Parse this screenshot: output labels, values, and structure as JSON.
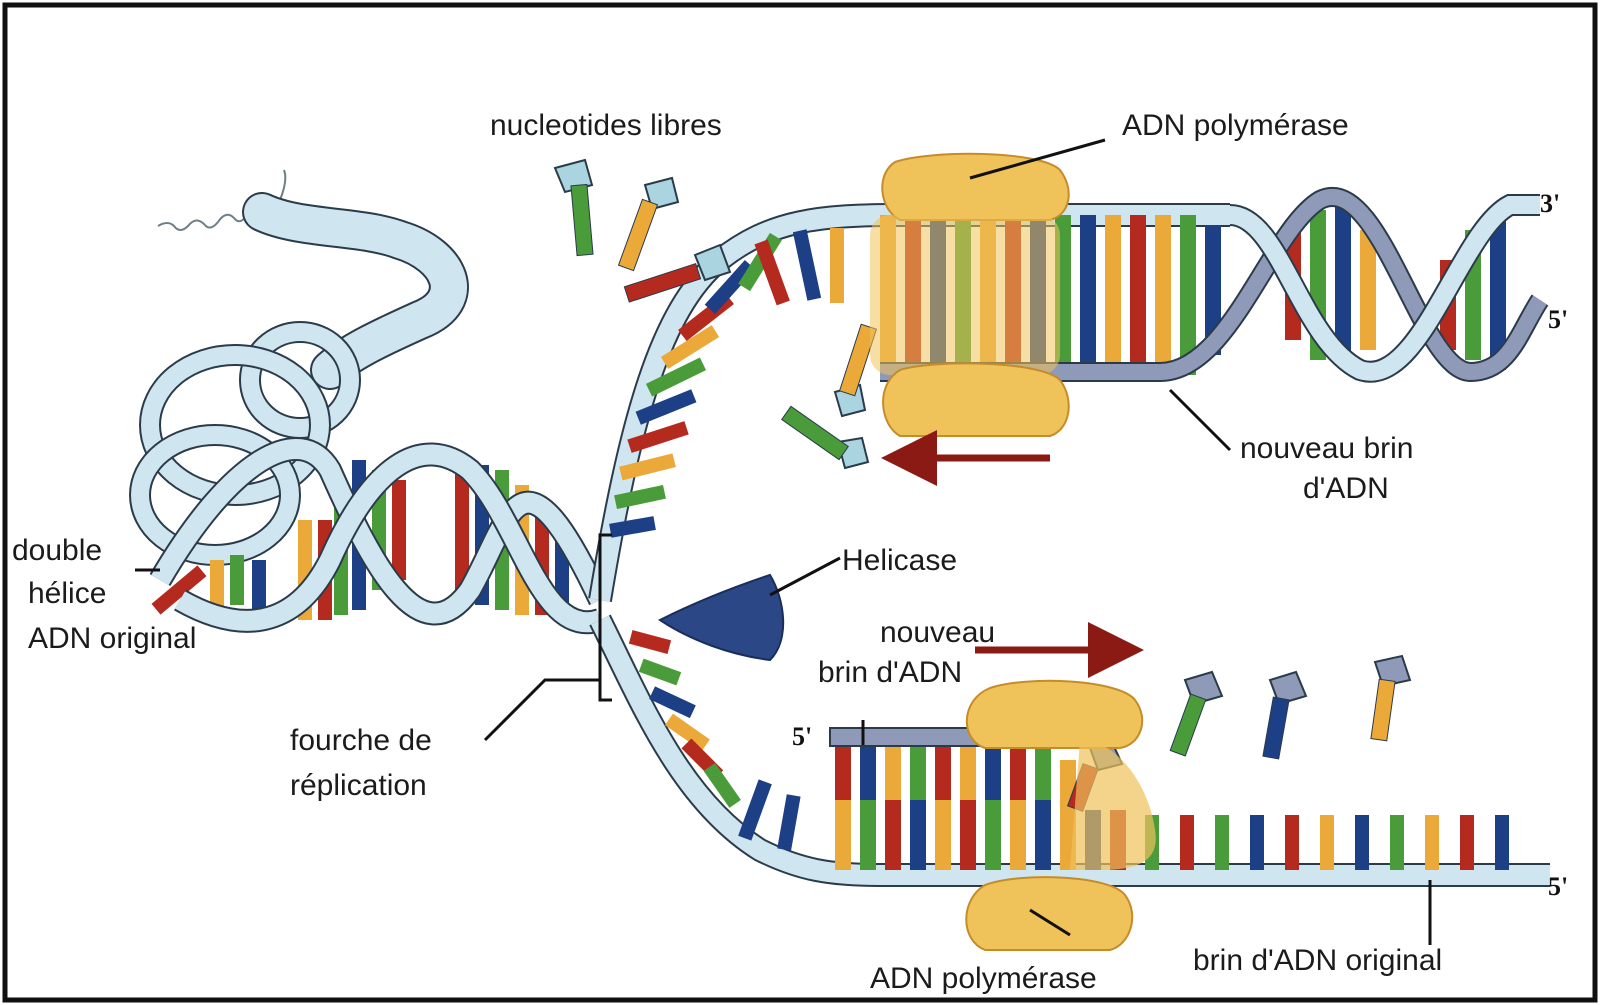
{
  "labels": {
    "free_nucleotides": "nucleotides libres",
    "polymerase_top": "ADN polymérase",
    "polymerase_bottom": "ADN polymérase",
    "new_strand_top_1": "nouveau brin",
    "new_strand_top_2": "d'ADN",
    "helicase": "Helicase",
    "new_strand_mid_1": "nouveau",
    "new_strand_mid_2": "brin d'ADN",
    "double_helix_1": "double",
    "double_helix_2": "hélice",
    "double_helix_3": "ADN original",
    "fork_1": "fourche de",
    "fork_2": "réplication",
    "original_strand": "brin d'ADN original"
  },
  "strand_ends": {
    "top_3prime": "3'",
    "top_5prime": "5'",
    "mid_5prime": "5'",
    "bottom_5prime": "5'"
  },
  "colors": {
    "base_red": "#b52a1f",
    "base_blue": "#1d3f86",
    "base_green": "#4a9c3a",
    "base_orange": "#eba93a",
    "backbone": "#cfe6f0",
    "backbone_outline": "#2b3b4a",
    "new_strand": "#8e9ab8",
    "polymerase": "#f0c25a",
    "helicase": "#2b4785",
    "arrow": "#8b1a14"
  }
}
